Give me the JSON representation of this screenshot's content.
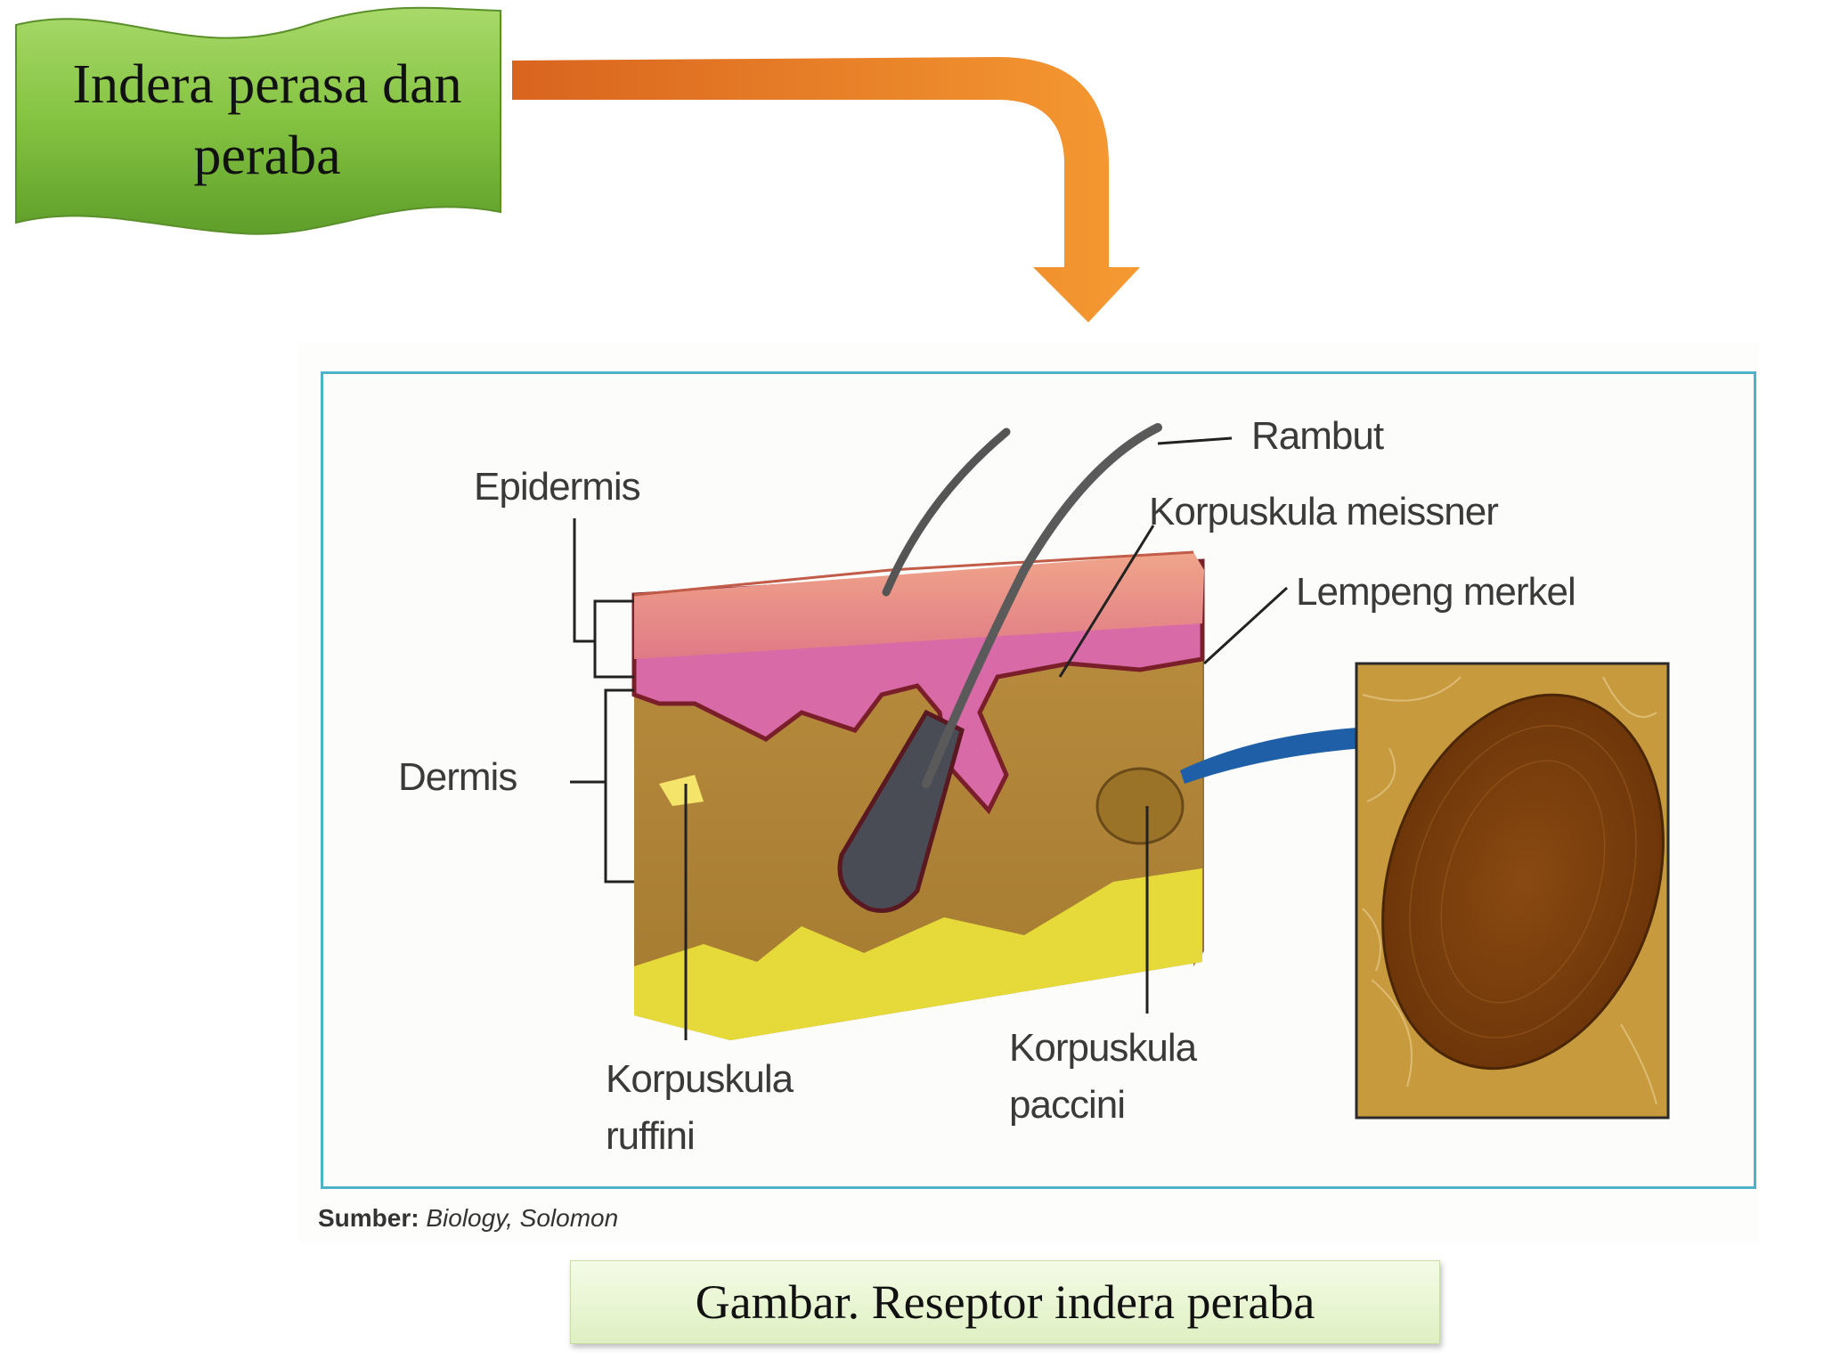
{
  "banner": {
    "title": "Indera perasa dan peraba"
  },
  "figure": {
    "labels": {
      "rambut": "Rambut",
      "epidermis": "Epidermis",
      "korpuskula_meissner": "Korpuskula meissner",
      "lempeng_merkel": "Lempeng merkel",
      "dermis": "Dermis",
      "korpuskula_ruffini": "Korpuskula ruffini",
      "korpuskula_paccini": "Korpuskula paccini"
    },
    "source_label": "Sumber:",
    "source_value": "Biology, Solomon"
  },
  "caption": "Gambar. Reseptor indera peraba",
  "colors": {
    "banner_green": "#7cbf3a",
    "arrow_orange": "#f08a24",
    "frame_blue": "#4fb3c8",
    "detail_arrow_blue": "#1f5fa8"
  }
}
